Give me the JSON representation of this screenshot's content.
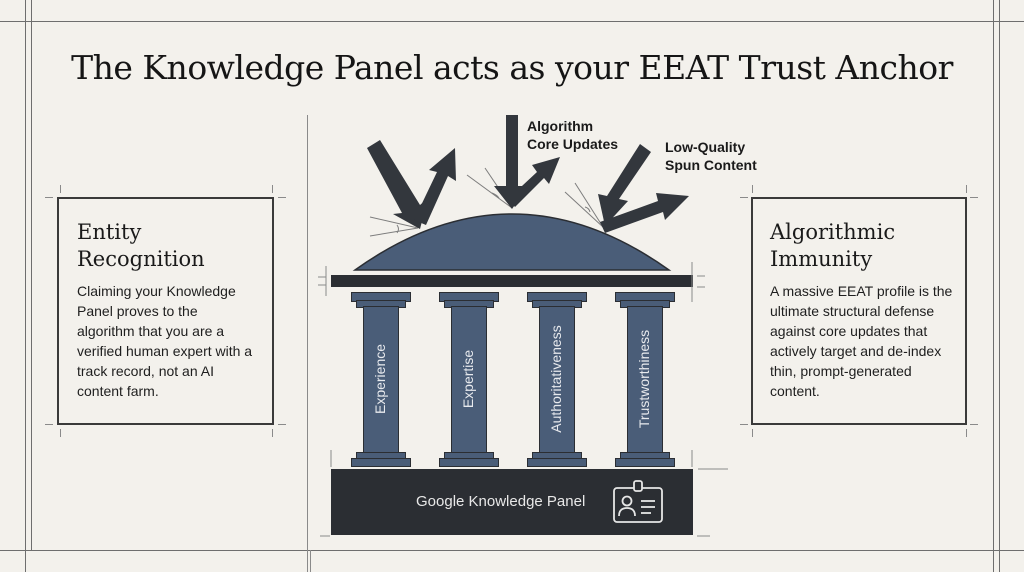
{
  "title": "The Knowledge Panel acts as your EEAT Trust Anchor",
  "left_card": {
    "heading_line1": "Entity",
    "heading_line2": "Recognition",
    "body": "Claiming your Knowledge Panel proves to the algorithm that you are a verified human expert with a track record, not an AI content farm."
  },
  "right_card": {
    "heading_line1": "Algorithmic",
    "heading_line2": "Immunity",
    "body": "A massive EEAT profile is the ultimate structural defense against core updates that actively target and de-index thin, prompt-generated content."
  },
  "threats": {
    "center_line1": "Algorithm",
    "center_line2": "Core Updates",
    "right_line1": "Low-Quality",
    "right_line2": "Spun Content"
  },
  "pillars": [
    {
      "label": "Experience"
    },
    {
      "label": "Expertise"
    },
    {
      "label": "Authoritativeness"
    },
    {
      "label": "Trustworthiness"
    }
  ],
  "base": {
    "label": "Google Knowledge Panel",
    "icon": "id-badge-icon"
  },
  "colors": {
    "background": "#f3f1ec",
    "pillar_blue": "#4a5d78",
    "dark": "#2b2e33",
    "arrow": "#33373d"
  }
}
